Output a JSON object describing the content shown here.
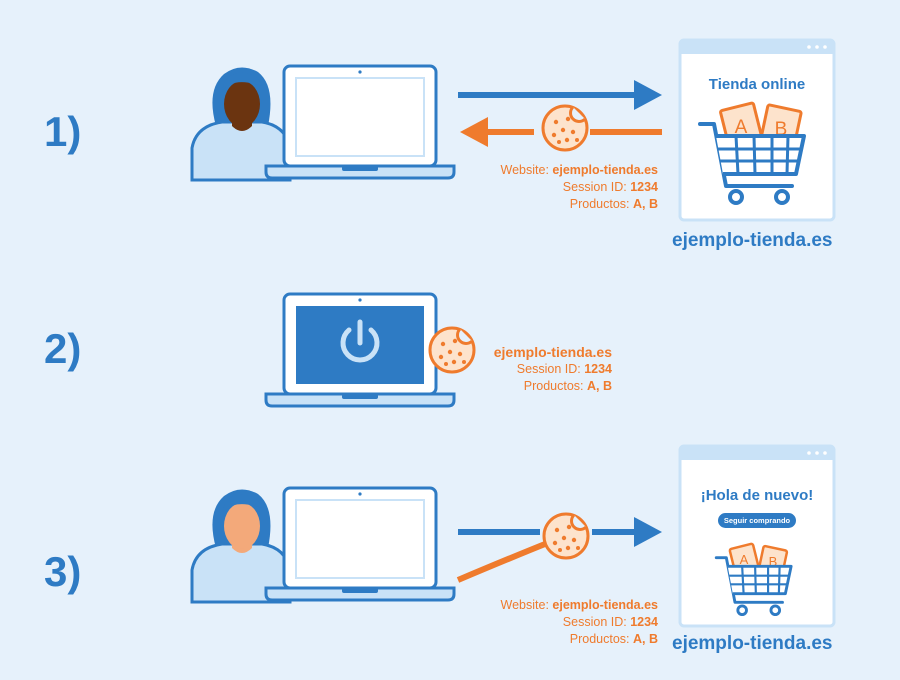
{
  "steps": [
    {
      "number": "1)",
      "website_prefix": "Website: ",
      "website": "ejemplo-tienda.es",
      "session_prefix": "Session ID: ",
      "session_id": "1234",
      "products_prefix": "Productos: ",
      "products": "A, B",
      "shop_domain": "ejemplo-tienda.es",
      "shop_title": "Tienda online"
    },
    {
      "number": "2)",
      "website": "ejemplo-tienda.es",
      "session_prefix": "Session ID: ",
      "session_id": "1234",
      "products_prefix": "Productos: ",
      "products": "A, B"
    },
    {
      "number": "3)",
      "website_prefix": "Website: ",
      "website": "ejemplo-tienda.es",
      "session_prefix": "Session ID: ",
      "session_id": "1234",
      "products_prefix": "Productos: ",
      "products": "A, B",
      "shop_domain": "ejemplo-tienda.es",
      "shop_title": "¡Hola de nuevo!",
      "shop_button": "Seguir comprando"
    }
  ],
  "box_labels": {
    "a": "A",
    "b": "B"
  },
  "colors": {
    "background": "#e6f1fb",
    "blue": "#2e7bc4",
    "orange": "#ef7b2d",
    "light_blue": "#c9e2f7",
    "skin_dark": "#6b3410",
    "skin_light": "#f3a97a"
  }
}
